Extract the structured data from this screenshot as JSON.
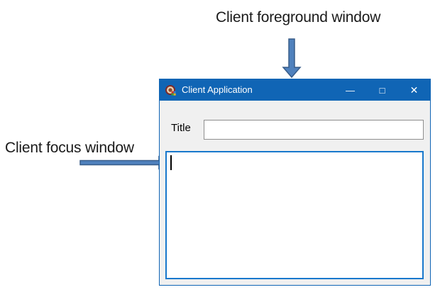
{
  "annotations": {
    "foreground": {
      "label": "Client foreground window"
    },
    "focus": {
      "label": "Client focus window"
    }
  },
  "window": {
    "titlebar": {
      "title": "Client Application",
      "app_icon": "app-logo-icon",
      "controls": {
        "minimize_glyph": "—",
        "maximize_glyph": "□",
        "close_glyph": "✕"
      }
    },
    "form": {
      "title_label": "Title",
      "title_input": {
        "value": "",
        "placeholder": ""
      },
      "body_text": {
        "value": ""
      }
    }
  },
  "colors": {
    "titlebar_blue": "#1065b5",
    "focus_border_blue": "#1878cc",
    "window_body_gray": "#f0f0f0",
    "input_border_gray": "#8f8f8f",
    "arrow_fill": "#4f81bd",
    "arrow_stroke": "#385d8a"
  }
}
